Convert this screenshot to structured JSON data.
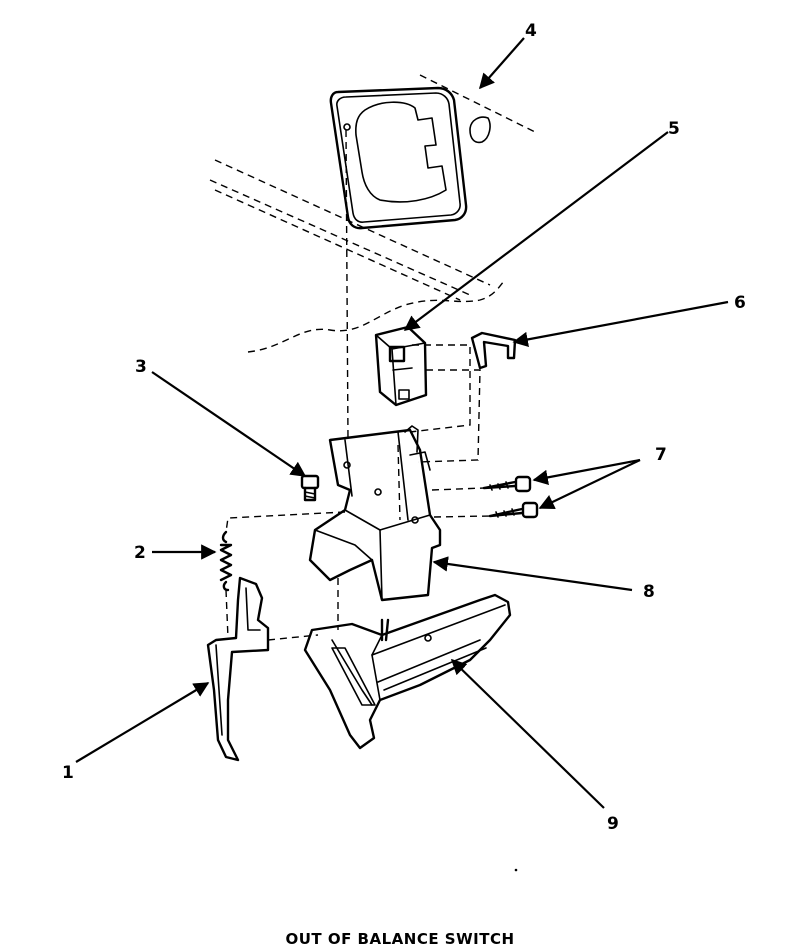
{
  "diagram": {
    "caption": "OUT OF BALANCE SWITCH",
    "callouts": [
      {
        "id": "callout-1",
        "label": "1"
      },
      {
        "id": "callout-2",
        "label": "2"
      },
      {
        "id": "callout-3",
        "label": "3"
      },
      {
        "id": "callout-4",
        "label": "4"
      },
      {
        "id": "callout-5",
        "label": "5"
      },
      {
        "id": "callout-6",
        "label": "6"
      },
      {
        "id": "callout-7",
        "label": "7"
      },
      {
        "id": "callout-8",
        "label": "8"
      },
      {
        "id": "callout-9",
        "label": "9"
      }
    ]
  }
}
